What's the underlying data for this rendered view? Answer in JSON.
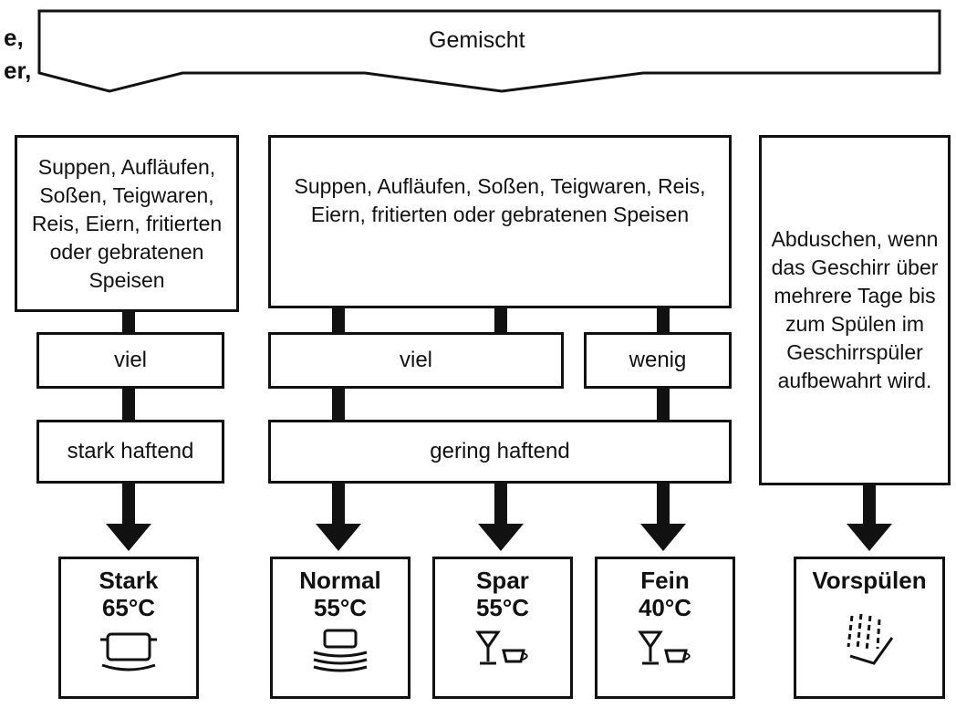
{
  "margin_fragments": [
    "e,",
    "er,"
  ],
  "header": {
    "label": "Gemischt"
  },
  "descriptions": {
    "left": "Suppen, Aufläufen, Soßen, Teigwaren, Reis, Eiern, fritierten oder gebratenen Speisen",
    "middle": "Suppen, Aufläufen, Soßen, Teigwaren, Reis, Eiern, fritierten oder gebratenen Speisen",
    "right": "Abduschen, wenn das Geschirr über mehrere Tage bis zum Spülen im Geschirrspüler aufbewahrt wird."
  },
  "amounts": {
    "left": "viel",
    "middle": "viel",
    "right": "wenig"
  },
  "adhesion": {
    "left": "stark haftend",
    "middle": "gering haftend"
  },
  "programs": [
    {
      "name": "Stark",
      "temp": "65°C",
      "icon": "pot-icon"
    },
    {
      "name": "Normal",
      "temp": "55°C",
      "icon": "stacked-dishes-icon"
    },
    {
      "name": "Spar",
      "temp": "55°C",
      "icon": "glass-and-cup-icon"
    },
    {
      "name": "Fein",
      "temp": "40°C",
      "icon": "glass-and-cup-icon"
    },
    {
      "name": "Vorspülen",
      "temp": "",
      "icon": "shower-spray-icon"
    }
  ]
}
